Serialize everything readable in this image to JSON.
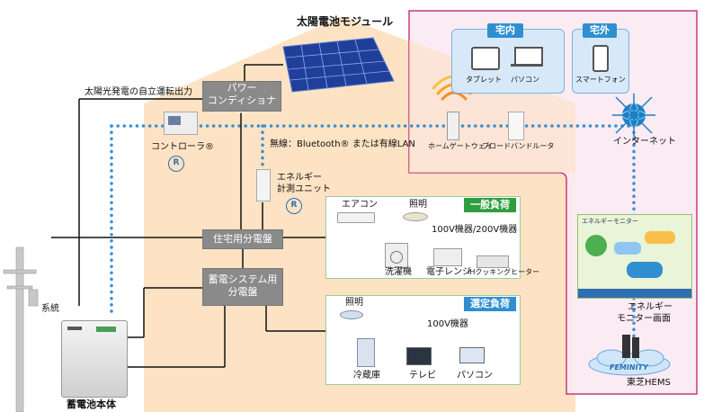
{
  "house": {
    "solar_module": "太陽電池モジュール",
    "power_conditioner_l1": "パワー",
    "power_conditioner_l2": "コンディショナー",
    "self_run_output": "太陽光発電の自立運転出力",
    "controller": "コントローラ®",
    "wireless_note": "無線：Bluetooth® または有線LAN",
    "energy_unit_l1": "エネルギー",
    "energy_unit_l2": "計測ユニット",
    "home_panel": "住宅用分電盤",
    "storage_panel_l1": "蓄電システム用",
    "storage_panel_l2": "分電盤",
    "grid_label": "系統",
    "battery_label": "蓄電池本体",
    "home_gateway": "ホームゲートウェイ",
    "broadband_router": "ブロードバンドルータ"
  },
  "general_load": {
    "title": "一般負荷",
    "ac": "エアコン",
    "light": "照明",
    "volt": "100V機器/200V機器",
    "washer": "洗濯機",
    "microwave": "電子レンジ",
    "ih": "IHクッキングヒーター"
  },
  "selected_load": {
    "title": "選定負荷",
    "light": "照明",
    "volt": "100V機器",
    "fridge": "冷蔵庫",
    "tv": "テレビ",
    "pc": "パソコン"
  },
  "right": {
    "indoor": "宅内",
    "outdoor": "宅外",
    "tablet": "タブレット",
    "pc": "パソコン",
    "smartphone": "スマートフォン",
    "internet": "インターネット",
    "monitor_l1": "エネルギー",
    "monitor_l2": "モニター画面",
    "hems": "東芝HEMS",
    "cloud_brand": "FEMINITY",
    "monitor_title": "エネルギーモニター"
  },
  "colors": {
    "house": "#fde3c4",
    "magenta": "#c4307a",
    "dots": "#3a8fd4",
    "green": "#2f9e3e",
    "blue": "#2f8fd0"
  }
}
